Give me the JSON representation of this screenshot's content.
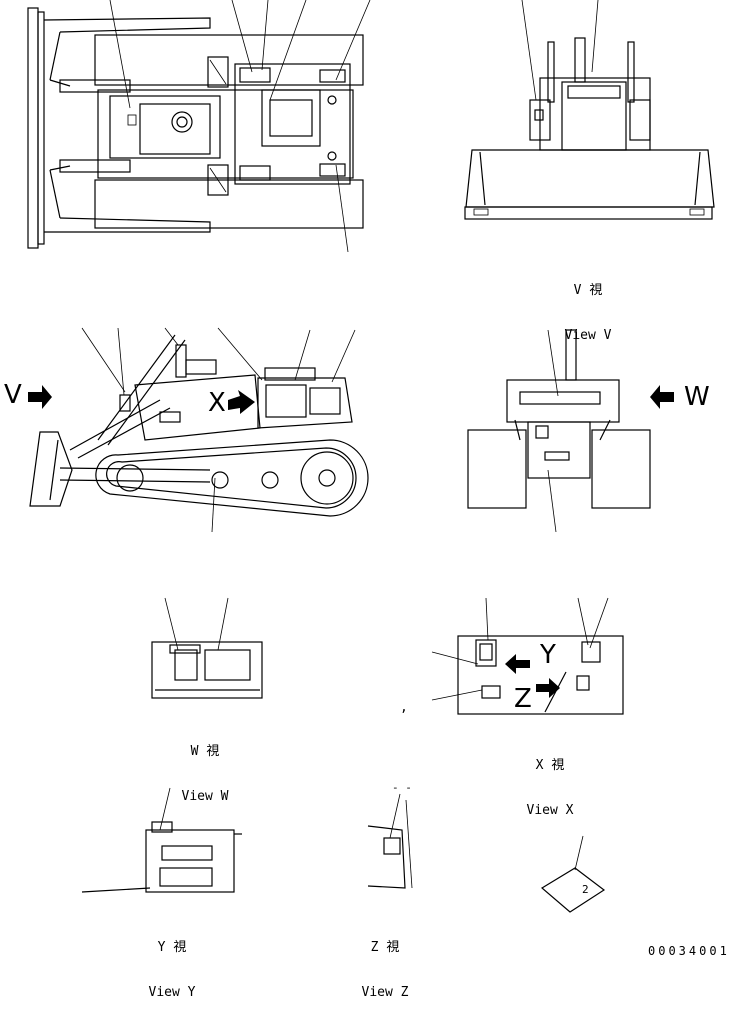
{
  "views": {
    "v": {
      "jp": "V 視",
      "en": "View V"
    },
    "w": {
      "jp": "W 視",
      "en": "View W"
    },
    "x": {
      "jp": "X 視",
      "en": "View X"
    },
    "y": {
      "jp": "Y 視",
      "en": "View Y"
    },
    "z": {
      "jp": "Z 視",
      "en": "View Z"
    }
  },
  "arrow_letters": {
    "v": "V",
    "w": "W",
    "x": "X",
    "y": "Y",
    "z": "Z"
  },
  "small_marks": {
    "comma": ",",
    "dashes": "- -",
    "label_2": "2"
  },
  "drawing_number": "00034001"
}
